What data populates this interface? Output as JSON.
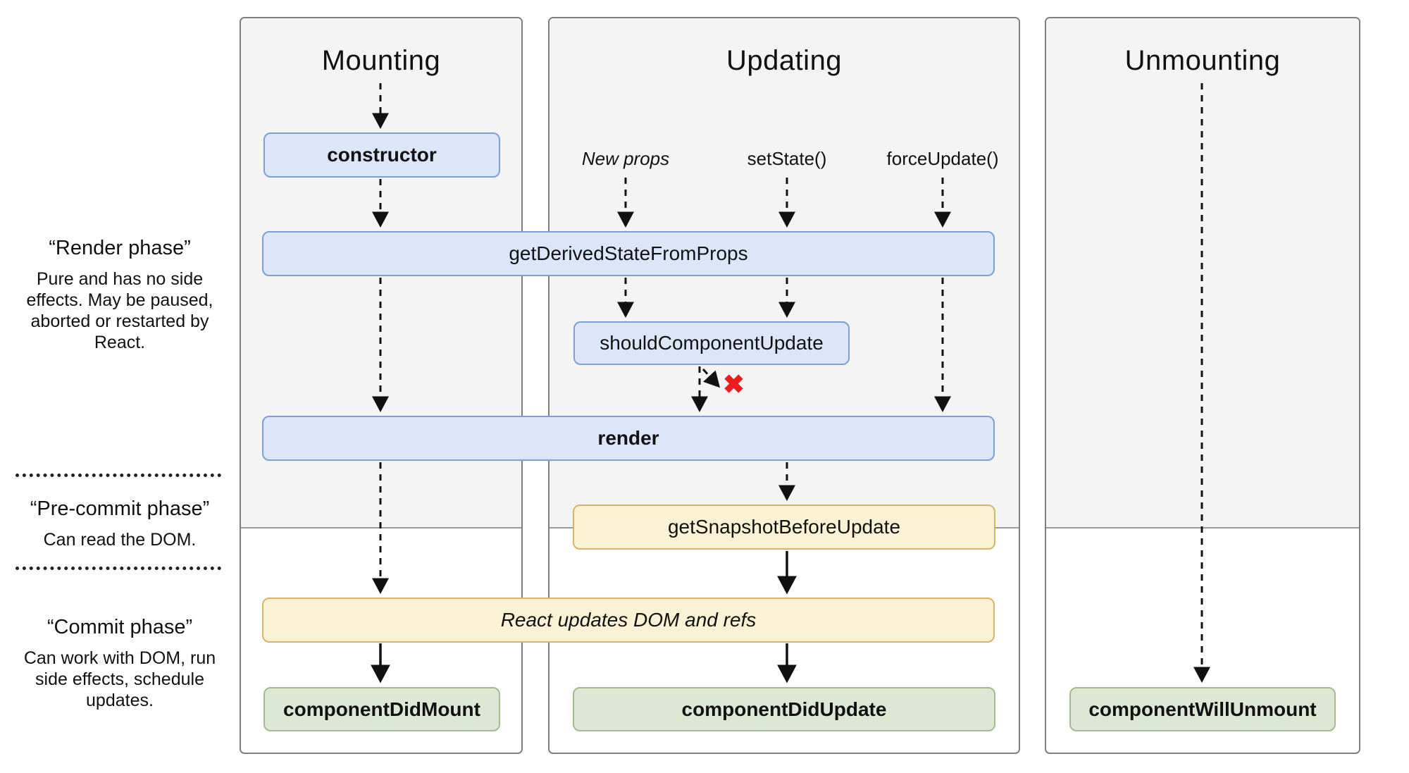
{
  "sidebar": {
    "render_phase": {
      "title": "“Render phase”",
      "desc": "Pure and has no side effects. May be paused, aborted or restarted by React."
    },
    "pre_commit_phase": {
      "title": "“Pre-commit phase”",
      "desc": "Can read the DOM."
    },
    "commit_phase": {
      "title": "“Commit phase”",
      "desc": "Can work with DOM, run side effects, schedule updates."
    }
  },
  "panels": {
    "mounting": {
      "title": "Mounting"
    },
    "updating": {
      "title": "Updating",
      "triggers": [
        "New props",
        "setState()",
        "forceUpdate()"
      ]
    },
    "unmounting": {
      "title": "Unmounting"
    }
  },
  "boxes": {
    "constructor": "constructor",
    "get_derived_state_from_props": "getDerivedStateFromProps",
    "should_component_update": "shouldComponentUpdate",
    "render": "render",
    "get_snapshot_before_update": "getSnapshotBeforeUpdate",
    "react_updates_dom": "React updates DOM and refs",
    "component_did_mount": "componentDidMount",
    "component_did_update": "componentDidUpdate",
    "component_will_unmount": "componentWillUnmount"
  },
  "icons": {
    "skip_x": "✖"
  },
  "colors": {
    "box_blue_fill": "#dbe7f9",
    "box_blue_border": "#7b9fd9",
    "box_yellow_fill": "#fbf1d4",
    "box_yellow_border": "#d3b46a",
    "box_green_fill": "#dde8d4",
    "box_green_border": "#a2bd8b",
    "panel_shade": "#f4f4f5",
    "skip_x_red": "#ed1c1c"
  }
}
